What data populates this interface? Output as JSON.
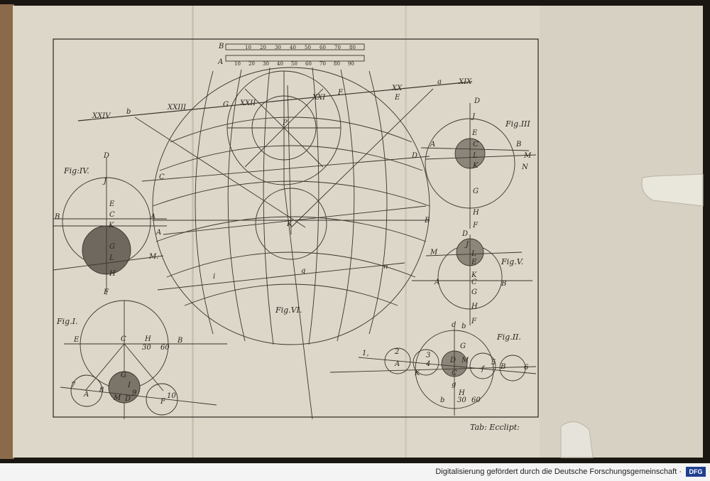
{
  "plate": {
    "caption": "Tab: Ecclipt:",
    "fig1": {
      "title": "Fig.I.",
      "labels": [
        "E",
        "C",
        "H",
        "B",
        "G",
        "I",
        "A",
        "M",
        "D",
        "F",
        "7",
        "8",
        "9",
        "10",
        "30",
        "60"
      ]
    },
    "fig2": {
      "title": "Fig.II.",
      "labels": [
        "d",
        "b",
        "G",
        "1,",
        "2",
        "3",
        "A",
        "4",
        "5",
        "6",
        "D",
        "M",
        "C",
        "f",
        "B",
        "K",
        "g",
        "H",
        "b",
        "30",
        "60"
      ]
    },
    "fig3": {
      "title": "Fig.III",
      "labels": [
        "D",
        "J",
        "E",
        "A",
        "C",
        "B",
        "L",
        "M",
        "K",
        "N",
        "G",
        "H",
        "F"
      ]
    },
    "fig4": {
      "title": "Fig:IV.",
      "labels": [
        "D",
        "J",
        "E",
        "B",
        "C",
        "A",
        "K",
        "G",
        "L",
        "M.",
        "H",
        "F"
      ]
    },
    "fig5": {
      "title": "Fig.V.",
      "labels": [
        "D",
        "J",
        "M",
        "L",
        "E",
        "K",
        "A",
        "C",
        "B",
        "G",
        "H",
        "F"
      ]
    },
    "fig6": {
      "title": "Fig.VI.",
      "labels": [
        "XXIV",
        "b",
        "XXIII",
        "G",
        "XXII",
        "XXI",
        "F",
        "XX",
        "E",
        "a",
        "XIX",
        "P",
        "C",
        "D",
        "A",
        "B",
        "K",
        "i",
        "q",
        "n"
      ]
    },
    "scale": {
      "top_label": "B",
      "bottom_label": "A",
      "top_ticks": [
        "10",
        "20",
        "30",
        "40",
        "50",
        "60",
        "70",
        "80"
      ],
      "bottom_ticks": [
        "10",
        "20",
        "30",
        "40",
        "50",
        "60",
        "70",
        "80",
        "90"
      ]
    }
  },
  "footer": {
    "text": "Digitalisierung gefördert durch die Deutsche Forschungsgemeinschaft ·",
    "logo": "DFG"
  }
}
